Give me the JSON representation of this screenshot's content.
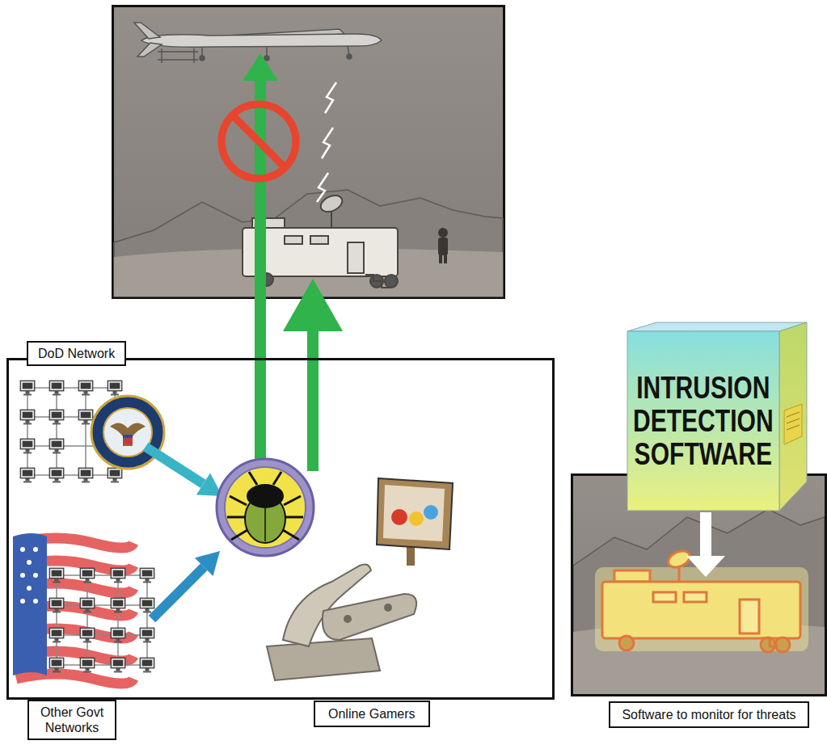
{
  "diagram": {
    "nodes": [
      {
        "text": [
          "DoD Network"
        ]
      },
      {
        "text": [
          "Other Govt Networks"
        ]
      },
      {
        "text": [
          "Online Gamers"
        ]
      },
      {
        "text": [
          "INTRUSION DETECTION SOFTWARE"
        ]
      },
      {
        "text": [
          "Software to monitor for threats"
        ]
      }
    ]
  }
}
